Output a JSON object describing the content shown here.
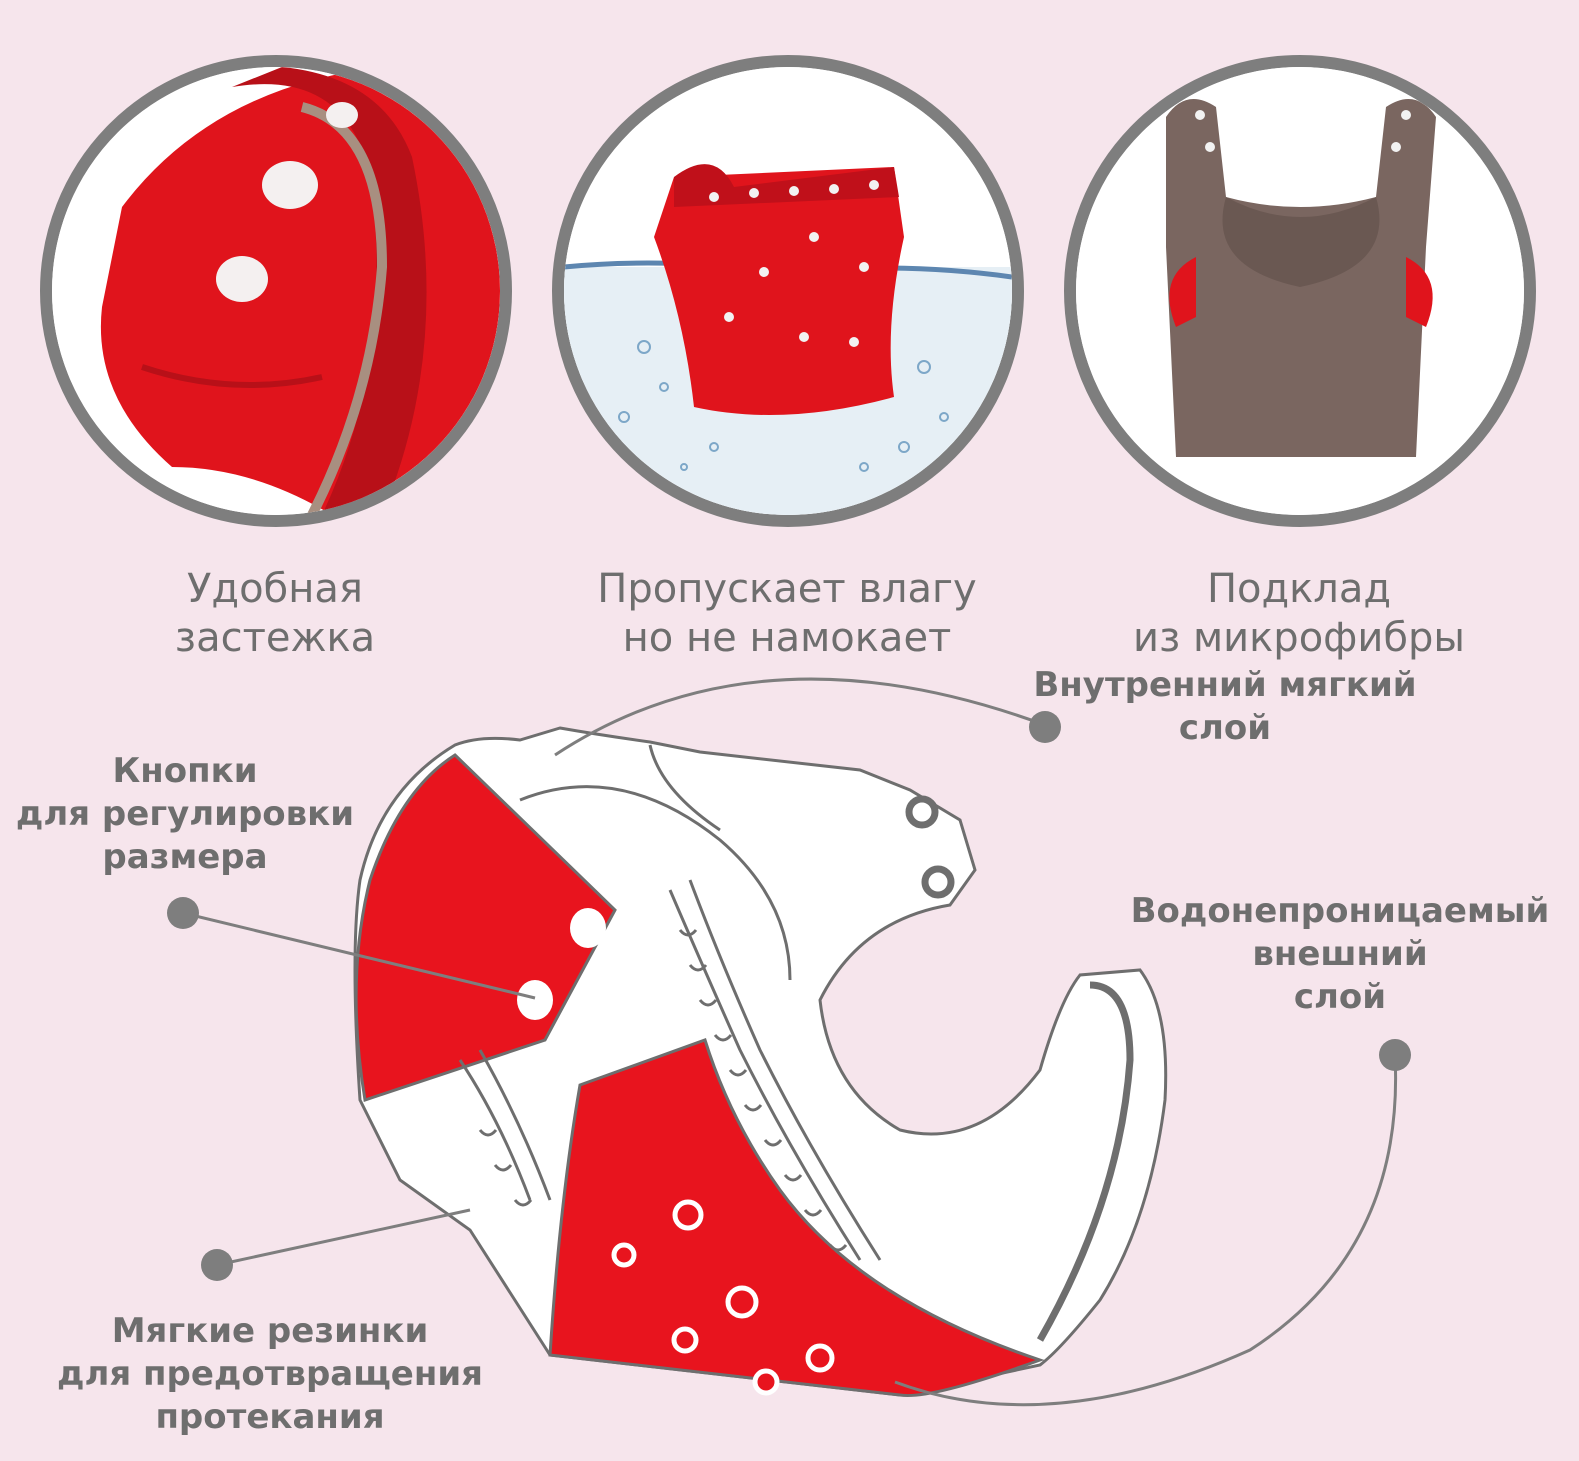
{
  "features": [
    {
      "caption_line1": "Удобная",
      "caption_line2": "застежка"
    },
    {
      "caption_line1": "Пропускает влагу",
      "caption_line2": "но не намокает"
    },
    {
      "caption_line1": "Подклад",
      "caption_line2": "из микрофибры"
    }
  ],
  "callouts": {
    "inner_layer": {
      "line1": "Внутренний мягкий",
      "line2": "слой"
    },
    "buttons": {
      "line1": "Кнопки",
      "line2": "для регулировки",
      "line3": "размера"
    },
    "outer_layer": {
      "line1": "Водонепроницаемый",
      "line2": "внешний",
      "line3": "слой"
    },
    "elastics": {
      "line1": "Мягкие резинки",
      "line2": "для предотвращения",
      "line3": "протекания"
    }
  },
  "colors": {
    "background": "#f6e5ec",
    "accent_red": "#e8141e",
    "frame_gray": "#7e7e7e",
    "text_gray": "#6e6e6e",
    "lining_brown": "#7a6660"
  }
}
